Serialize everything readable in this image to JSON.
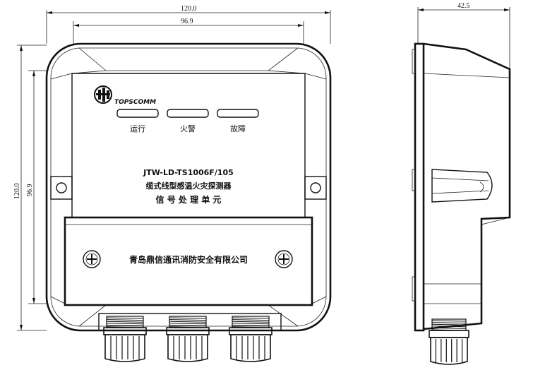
{
  "front_view": {
    "dim_width_outer": "120.0",
    "dim_width_inner": "96.9",
    "dim_height_outer": "120.0",
    "dim_height_inner": "96.9",
    "brand": "TOPSCOMM",
    "led_labels": [
      "运行",
      "火警",
      "故障"
    ],
    "model": "JTW-LD-TS1006F/105",
    "product_name": "缆式线型感温火灾探测器",
    "unit_name": "信 号 处 理 单 元",
    "company": "青岛鼎信通讯消防安全有限公司"
  },
  "side_view": {
    "dim_depth": "42.5"
  },
  "colors": {
    "line": "#111111",
    "background": "#ffffff"
  }
}
